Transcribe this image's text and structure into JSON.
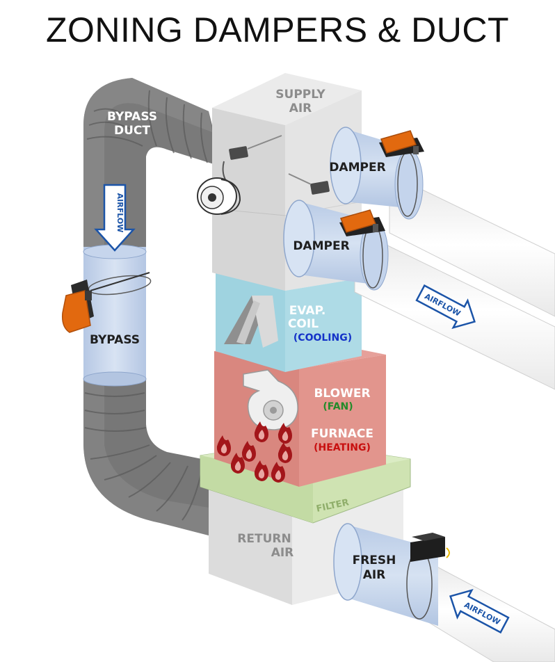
{
  "title": "ZONING DAMPERS & DUCT",
  "labels": {
    "supply_air": [
      "SUPPLY",
      "AIR"
    ],
    "bypass_duct": [
      "BYPASS",
      "DUCT"
    ],
    "damper_upper": "DAMPER",
    "damper_lower": "DAMPER",
    "evap_coil": [
      "EVAP.",
      "COIL"
    ],
    "cooling": "(COOLING)",
    "blower": "BLOWER",
    "fan": "(FAN)",
    "furnace": "FURNACE",
    "heating": "(HEATING)",
    "filter": "FILTER",
    "return_air": [
      "RETURN",
      "AIR"
    ],
    "fresh_air": [
      "FRESH",
      "AIR"
    ],
    "bypass": "BYPASS",
    "airflow_bypass": "AIRFLOW",
    "airflow_supply": "AIRFLOW",
    "airflow_fresh": "AIRFLOW"
  },
  "colors": {
    "duct_gray": "#727272",
    "duct_blue": "#c3d3ea",
    "duct_white": "#f8f8f8",
    "cabinet_gray": "#e4e4e4",
    "coil_blue": "#a8d8e4",
    "furnace_red": "#dc9089",
    "filter_green": "#cfe3b2",
    "actuator_orange": "#e2690f",
    "arrow_blue": "#1b54a8"
  },
  "icons": [
    "motor-icon",
    "actuator-icon",
    "coil-icon",
    "blower-fan-icon",
    "flame-icon",
    "arrow-icon"
  ]
}
